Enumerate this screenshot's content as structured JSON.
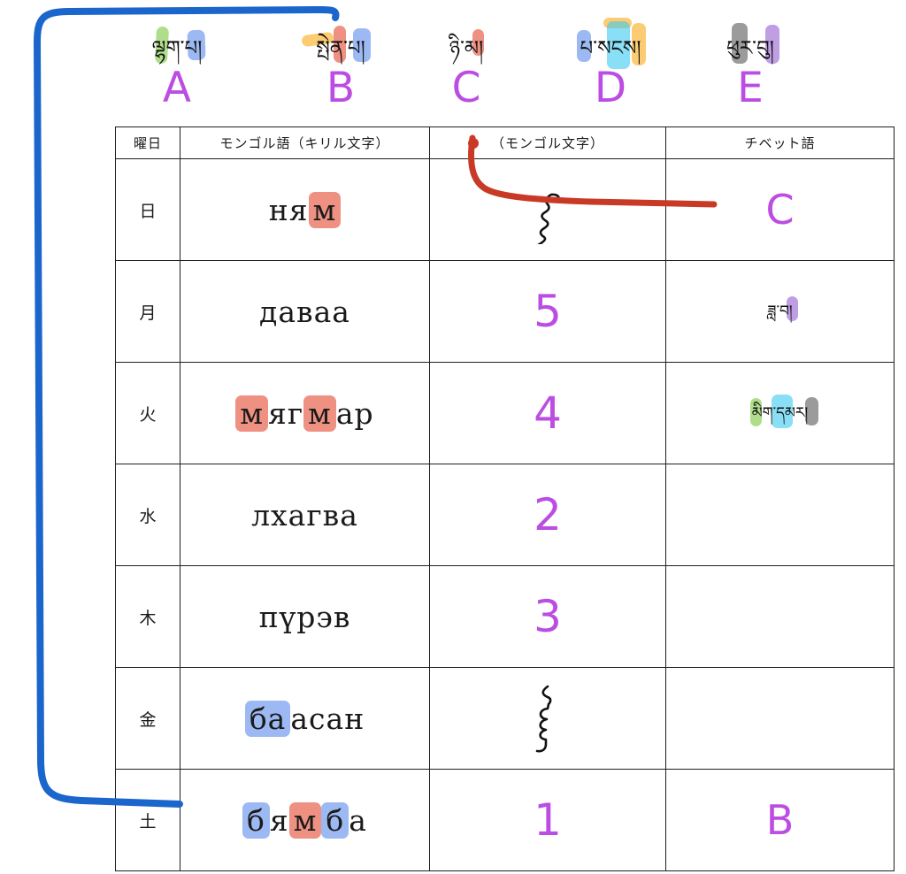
{
  "colors": {
    "hl-red": "rgba(227,77,55,0.62)",
    "hl-blue": "rgba(76,128,233,0.55)",
    "hl-green": "rgba(124,198,64,0.60)",
    "hl-orange": "rgba(250,176,38,0.65)",
    "hl-cyan": "rgba(58,202,238,0.60)",
    "hl-gray": "rgba(93,93,93,0.62)",
    "hl-purple": "rgba(148,93,208,0.60)",
    "ink-blue": "#1b66cc",
    "ink-red": "#c93a26",
    "pen-purple": "#bc4de2"
  },
  "options": {
    "items": [
      {
        "letter": "A",
        "tibetan": "ལྷག་པ།",
        "highlights": [
          "green",
          "blue"
        ]
      },
      {
        "letter": "B",
        "tibetan": "སྤེན་པ།",
        "highlights": [
          "orange",
          "red",
          "blue"
        ]
      },
      {
        "letter": "C",
        "tibetan": "ཉི་མ།",
        "highlights": [
          "red"
        ]
      },
      {
        "letter": "D",
        "tibetan": "པ་སངས།",
        "highlights": [
          "orange",
          "blue",
          "cyan"
        ]
      },
      {
        "letter": "E",
        "tibetan": "ཕུར་བུ།",
        "highlights": [
          "gray",
          "purple"
        ]
      }
    ]
  },
  "table": {
    "headers": [
      "曜日",
      "モンゴル語（キリル文字）",
      "（モンゴル文字）",
      "チベット語"
    ],
    "rows": [
      {
        "day": "日",
        "segments": [
          {
            "text": "ня",
            "hl": ""
          },
          {
            "text": "м",
            "hl": "red"
          }
        ],
        "script_answer": "",
        "answer_letter": "C",
        "tibetan": "",
        "tibetan_highlights": []
      },
      {
        "day": "月",
        "segments": [
          {
            "text": "даваа",
            "hl": ""
          }
        ],
        "script_answer": "5",
        "answer_letter": "",
        "tibetan": "ཟླ་བ།",
        "tibetan_highlights": [
          "purple"
        ]
      },
      {
        "day": "火",
        "segments": [
          {
            "text": "м",
            "hl": "red"
          },
          {
            "text": "яг",
            "hl": ""
          },
          {
            "text": "м",
            "hl": "red"
          },
          {
            "text": "ар",
            "hl": ""
          }
        ],
        "script_answer": "4",
        "answer_letter": "",
        "tibetan": "མིག་དམར།",
        "tibetan_highlights": [
          "green",
          "cyan",
          "gray"
        ]
      },
      {
        "day": "水",
        "segments": [
          {
            "text": "лхагва",
            "hl": ""
          }
        ],
        "script_answer": "2",
        "answer_letter": "",
        "tibetan": "",
        "tibetan_highlights": []
      },
      {
        "day": "木",
        "segments": [
          {
            "text": "пүрэв",
            "hl": ""
          }
        ],
        "script_answer": "3",
        "answer_letter": "",
        "tibetan": "",
        "tibetan_highlights": []
      },
      {
        "day": "金",
        "segments": [
          {
            "text": "ба",
            "hl": "blue"
          },
          {
            "text": "асан",
            "hl": ""
          }
        ],
        "script_answer": "",
        "answer_letter": "",
        "tibetan": "",
        "tibetan_highlights": []
      },
      {
        "day": "土",
        "segments": [
          {
            "text": "б",
            "hl": "blue"
          },
          {
            "text": "я",
            "hl": ""
          },
          {
            "text": "м",
            "hl": "red"
          },
          {
            "text": "б",
            "hl": "blue"
          },
          {
            "text": "а",
            "hl": ""
          }
        ],
        "script_answer": "1",
        "answer_letter": "B",
        "tibetan": "",
        "tibetan_highlights": []
      }
    ]
  }
}
